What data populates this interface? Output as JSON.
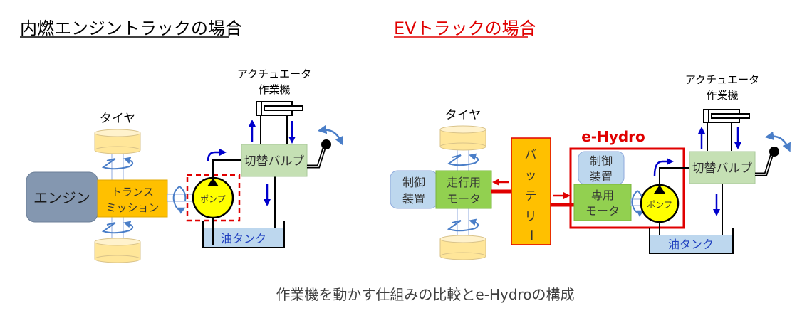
{
  "left": {
    "title": "内燃エンジントラックの場合",
    "tire_label": "タイヤ",
    "engine": "エンジン",
    "transmission": [
      "トランス",
      "ミッション"
    ],
    "pump": "ポンプ",
    "valve": "切替バルブ",
    "actuator": [
      "アクチュエータ",
      "作業機"
    ],
    "tank": "油タンク"
  },
  "right": {
    "title": "EVトラックの場合",
    "tire_label": "タイヤ",
    "controller": [
      "制御",
      "装置"
    ],
    "drive_motor": [
      "走行用",
      "モータ"
    ],
    "battery": [
      "バ",
      "ッ",
      "テ",
      "リ",
      "ー"
    ],
    "ehydro_label": "e-Hydro",
    "ehydro_controller": [
      "制御",
      "装置"
    ],
    "dedicated_motor": [
      "専用",
      "モータ"
    ],
    "pump": "ポンプ",
    "valve": "切替バルブ",
    "actuator": [
      "アクチュエータ",
      "作業機"
    ],
    "tank": "油タンク"
  },
  "caption": "作業機を動かす仕組みの比較とe-Hydroの構成",
  "colors": {
    "title_left": "#000000",
    "title_right": "#e00000",
    "engine_fill": "#8497b0",
    "transmission_fill": "#ffc000",
    "tire_fill": "#ffe699",
    "pump_fill": "#ffff00",
    "valve_fill": "#c5e0b4",
    "tank_fill": "#bdd7ee",
    "motor_fill": "#92d050",
    "controller_fill": "#bdd7ee",
    "battery_fill": "#ffc000",
    "accent_red": "#e00000",
    "flow_arrow": "#0000cc",
    "rotation_arrow": "#4a7ec8",
    "caption_color": "#404040"
  }
}
